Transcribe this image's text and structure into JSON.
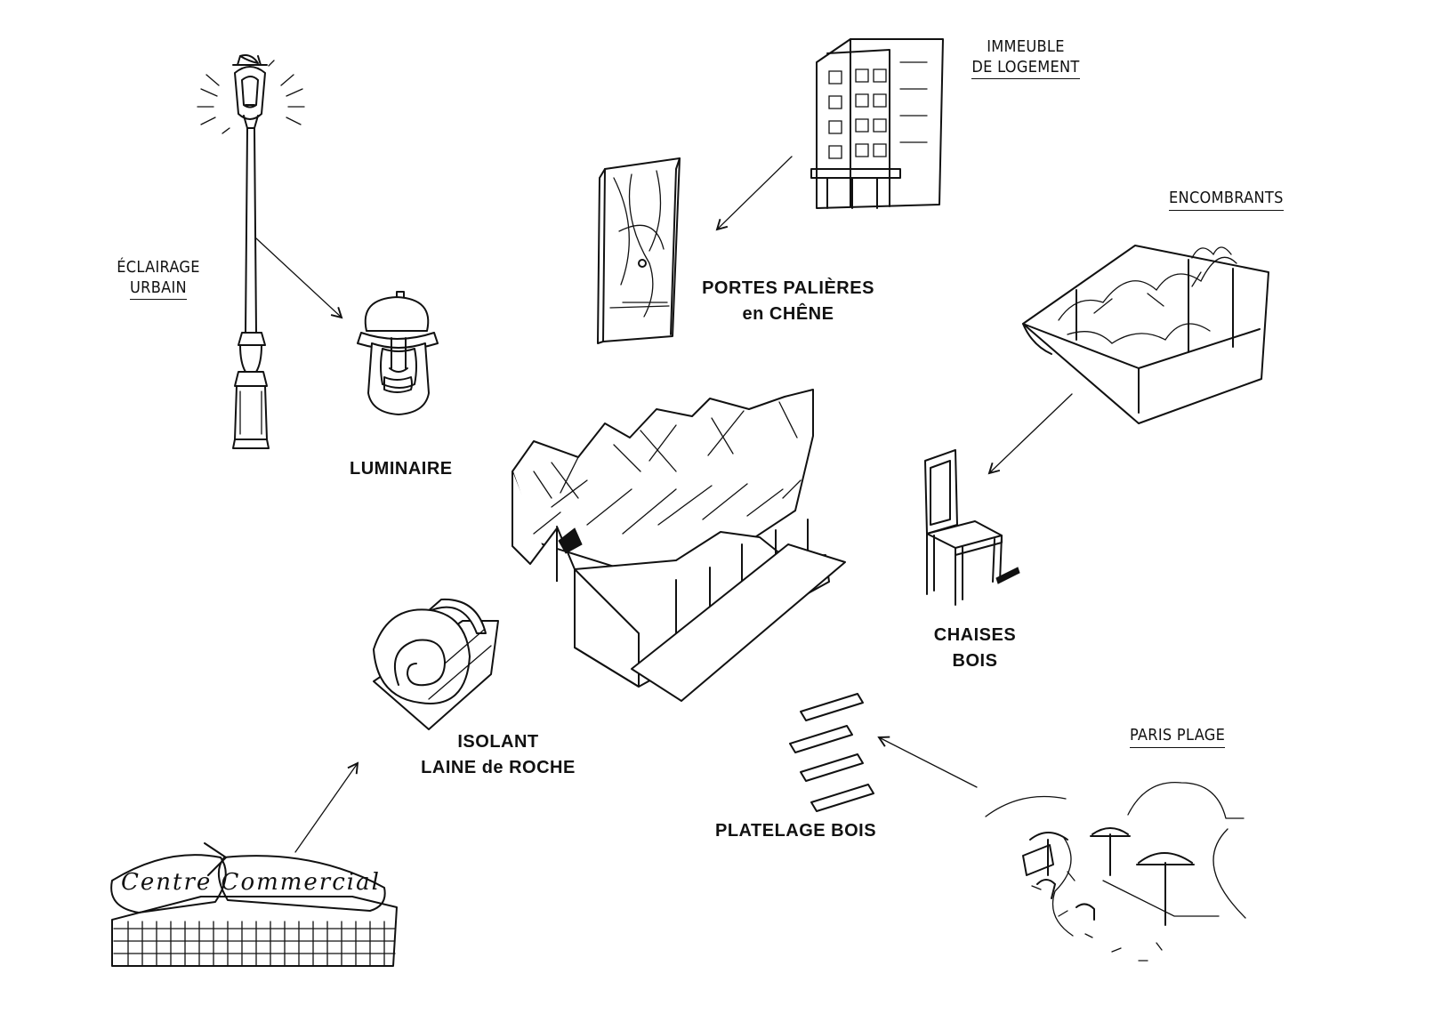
{
  "sources": {
    "eclairage_line1": "ÉCLAIRAGE",
    "eclairage_line2": "URBAIN",
    "immeuble_line1": "IMMEUBLE",
    "immeuble_line2": "DE LOGEMENT",
    "encombrants": "ENCOMBRANTS",
    "paris_plage": "PARIS PLAGE"
  },
  "materials": {
    "luminaire": "LUMINAIRE",
    "portes_line1": "PORTES PALIÈRES",
    "portes_line2": "en CHÊNE",
    "chaises_line1": "CHAISES",
    "chaises_line2": "BOIS",
    "isolant_line1": "ISOLANT",
    "isolant_line2": "LAINE de ROCHE",
    "platelage": "PLATELAGE BOIS"
  },
  "drawings": {
    "centre_commercial_sign": "Centre Commercial"
  },
  "icons": [
    "street-lamp-icon",
    "luminaire-icon",
    "oak-door-icon",
    "apartment-building-icon",
    "dumpster-icon",
    "chair-icon",
    "pavilion-icon",
    "insulation-roll-icon",
    "wood-planks-icon",
    "beach-scene-icon",
    "shopping-centre-icon"
  ],
  "colors": {
    "ink": "#111111",
    "paper": "#ffffff"
  }
}
